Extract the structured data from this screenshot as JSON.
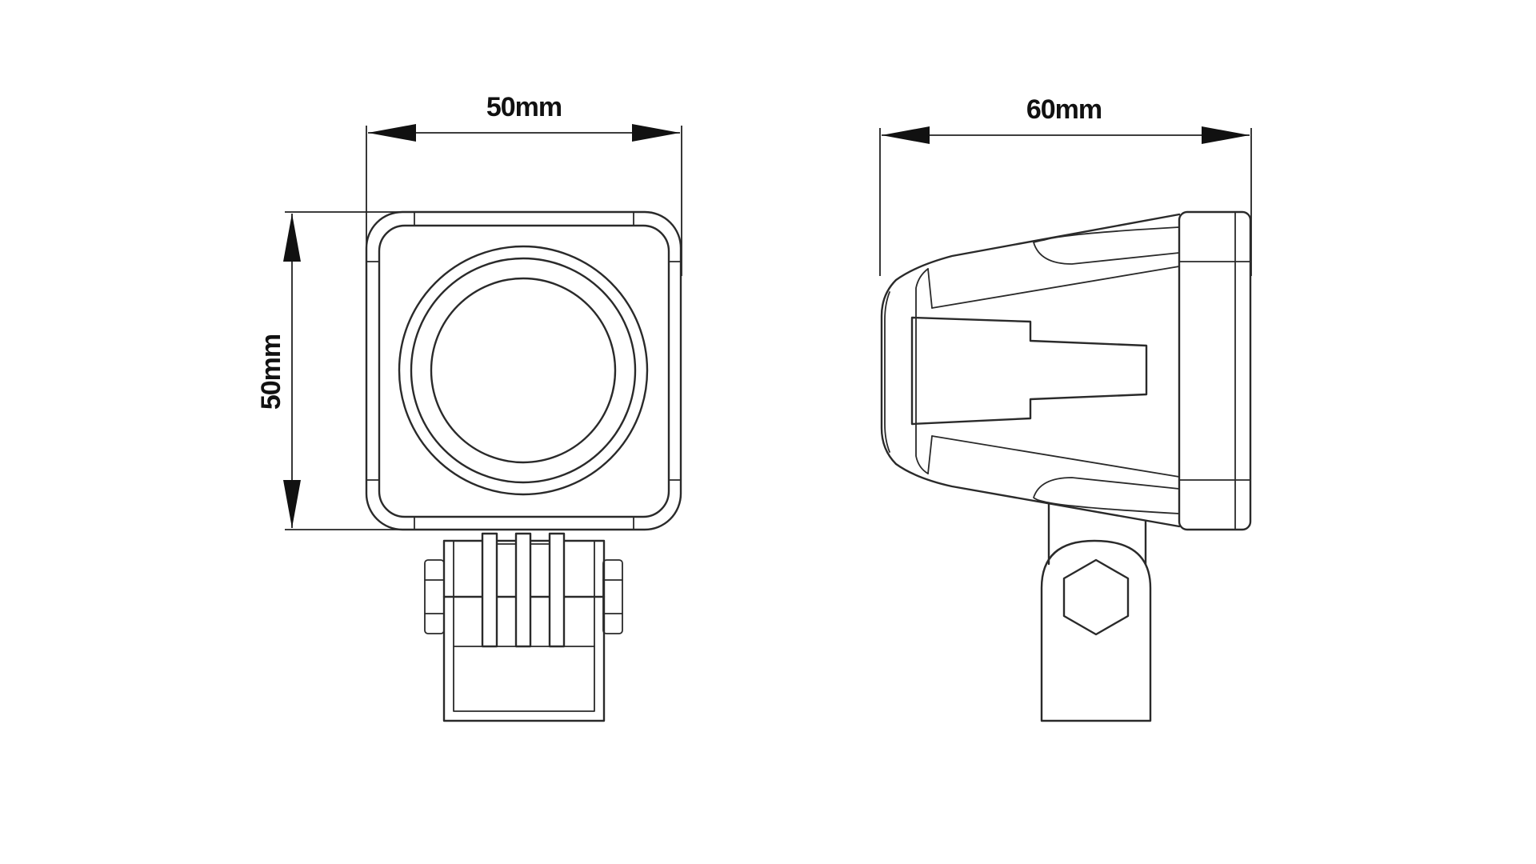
{
  "dimensions": {
    "front_width": "50mm",
    "front_height": "50mm",
    "side_depth": "60mm"
  },
  "colors": {
    "line": "#2a2a2a",
    "background": "#ffffff"
  }
}
